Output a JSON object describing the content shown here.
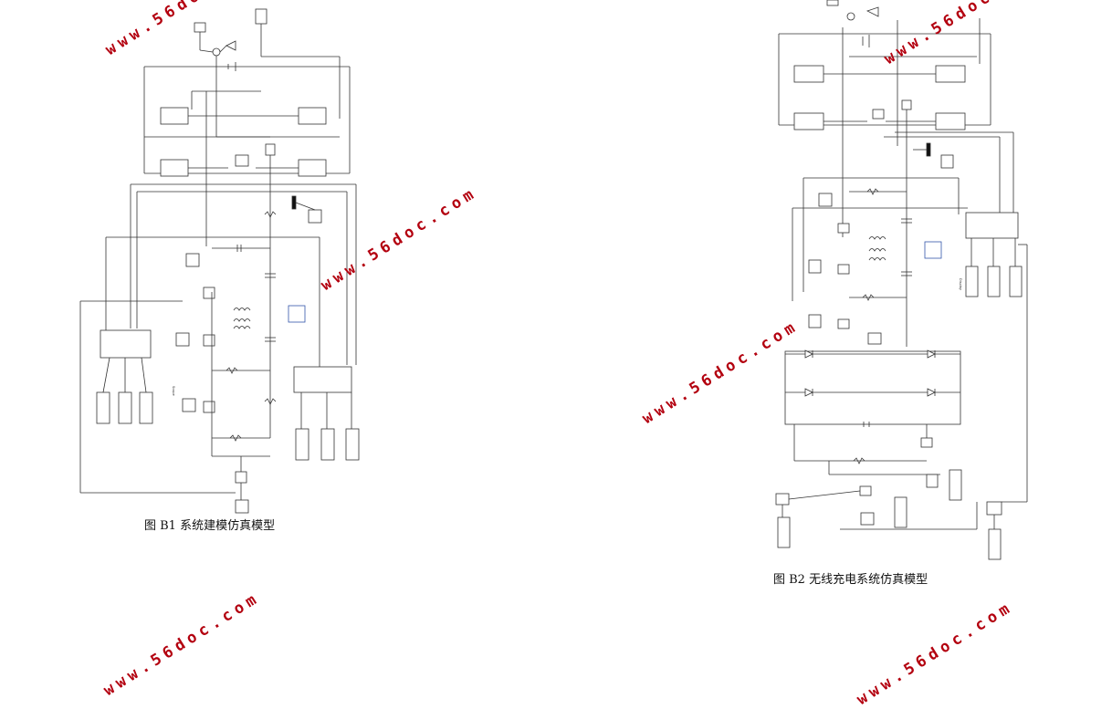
{
  "figure_b1": {
    "caption": "图 B1  系统建模仿真模型"
  },
  "figure_b2": {
    "caption": "图 B2 无线充电系统仿真模型"
  },
  "watermark": {
    "text": "www.56doc.com",
    "color": "#b3000f"
  }
}
